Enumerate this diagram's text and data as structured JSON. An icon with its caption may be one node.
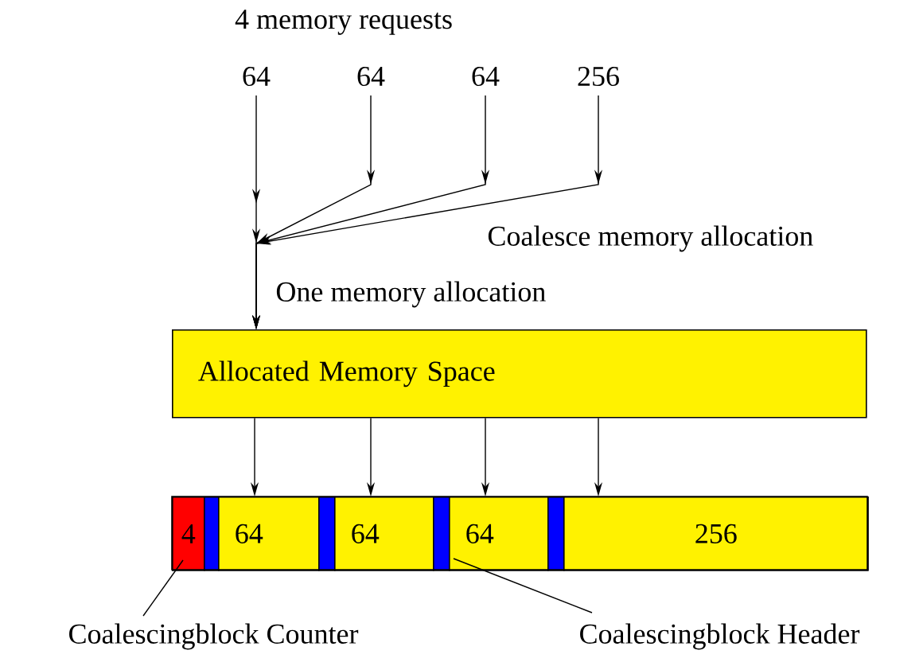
{
  "diagram": {
    "title": "4 memory requests",
    "nodes": [
      {
        "text": [
          "64"
        ]
      },
      {
        "text": [
          "64"
        ]
      },
      {
        "text": [
          "64"
        ]
      },
      {
        "text": [
          "256"
        ]
      },
      {
        "text": [
          "Allocated Memory Space"
        ]
      },
      {
        "text": [],
        "shape": "bar"
      },
      {
        "text": [
          "4"
        ],
        "in": 5
      },
      {
        "text": [],
        "shape": "bar",
        "in": 5
      },
      {
        "text": [
          "64"
        ],
        "in": 5
      },
      {
        "text": [],
        "shape": "bar",
        "in": 5
      },
      {
        "text": [
          "64"
        ],
        "in": 5
      },
      {
        "text": [],
        "shape": "bar",
        "in": 5
      },
      {
        "text": [
          "64"
        ],
        "in": 5
      },
      {
        "text": [],
        "shape": "bar",
        "in": 5
      },
      {
        "text": [
          "256"
        ],
        "in": 5
      },
      {
        "text": [
          "Coalescingblock Counter"
        ]
      },
      {
        "text": [
          "Coalescingblock Header"
        ]
      }
    ],
    "edges": [
      {
        "from": 0,
        "to": 4,
        "arrow": "to"
      },
      {
        "from": 1,
        "to": 4,
        "arrow": "to"
      },
      {
        "from": 2,
        "to": 4,
        "arrow": "to"
      },
      {
        "from": 3,
        "to": 4,
        "arrow": "to"
      },
      {
        "from": 4,
        "to": 8,
        "arrow": "to"
      },
      {
        "from": 4,
        "to": 10,
        "arrow": "to"
      },
      {
        "from": 4,
        "to": 12,
        "arrow": "to"
      },
      {
        "from": 4,
        "to": 14,
        "arrow": "to"
      },
      {
        "from": 15,
        "to": 6,
        "arrow": "none"
      },
      {
        "from": 16,
        "to": 11,
        "arrow": "none"
      }
    ],
    "labels": [
      "Coalesce memory allocation",
      "One memory allocation"
    ]
  }
}
